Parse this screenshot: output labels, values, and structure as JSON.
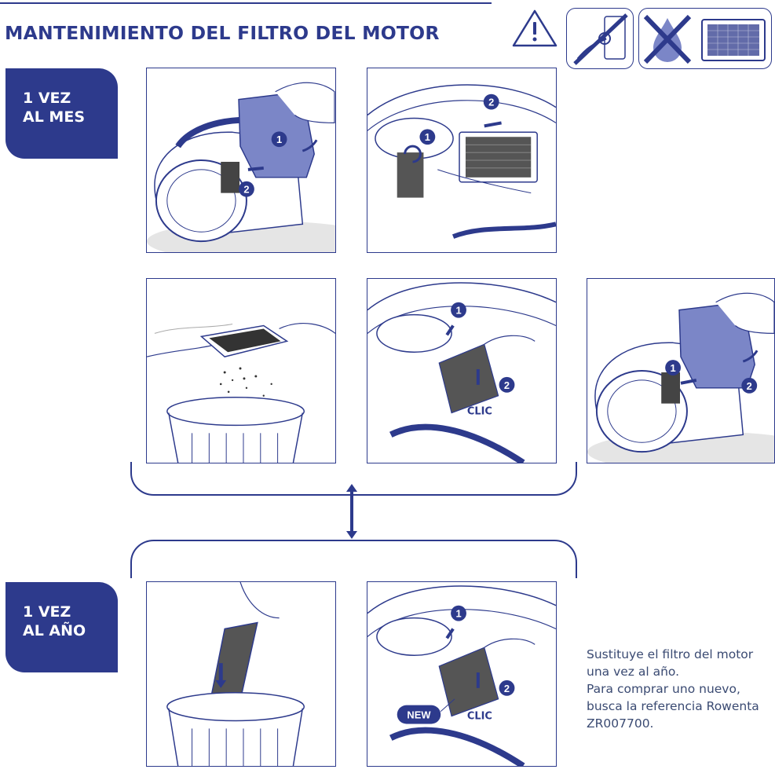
{
  "header": {
    "title": "MANTENIMIENTO DEL FILTRO DEL MOTOR",
    "icons": [
      "warning-icon",
      "no-unplugged-icon",
      "no-water-icon",
      "filter-icon"
    ]
  },
  "badges": {
    "monthly": [
      "1 VEZ",
      "AL MES"
    ],
    "yearly": [
      "1 VEZ",
      "AL AÑO"
    ]
  },
  "steps": {
    "n1": "1",
    "n2": "2",
    "clic": "CLIC",
    "new": "NEW"
  },
  "note": {
    "p1": "Sustituye el filtro del motor una vez al año.",
    "p2": "Para comprar uno nuevo, busca la referencia Rowenta ZR007700."
  },
  "colors": {
    "brand_blue": "#2d3a8c",
    "accent_lavender": "#7b86c7",
    "text_grey": "#3a4a72"
  }
}
